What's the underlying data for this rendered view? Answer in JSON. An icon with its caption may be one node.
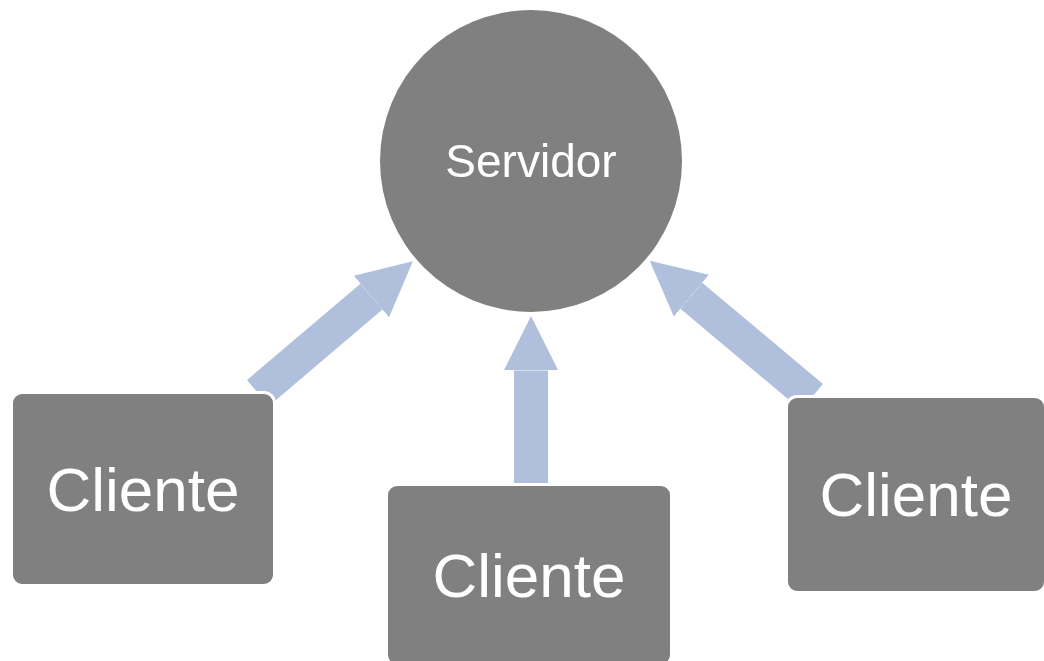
{
  "diagram": {
    "nodes": [
      {
        "text": [
          "Servidor"
        ]
      },
      {
        "text": [
          "Cliente"
        ]
      },
      {
        "text": [
          "Cliente"
        ]
      },
      {
        "text": [
          "Cliente"
        ]
      }
    ],
    "edges": [
      {
        "from": 1,
        "to": 0,
        "arrow": "to"
      },
      {
        "from": 2,
        "to": 0,
        "arrow": "to"
      },
      {
        "from": 3,
        "to": 0,
        "arrow": "to"
      }
    ]
  }
}
